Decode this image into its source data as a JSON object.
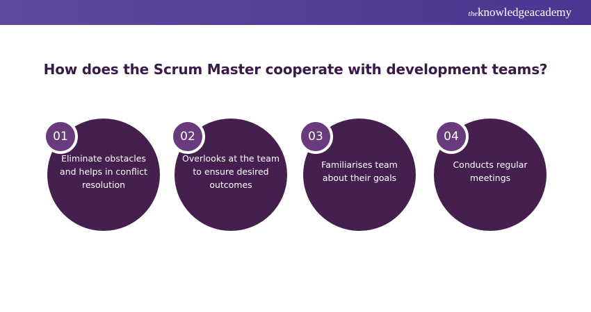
{
  "header": {
    "logo_prefix": "the",
    "logo_text": "knowledgeacademy"
  },
  "title": "How does the Scrum Master cooperate with development teams?",
  "steps": [
    {
      "number": "01",
      "text": "Eliminate obstacles and helps in conflict resolution"
    },
    {
      "number": "02",
      "text": "Overlooks at the team to ensure desired outcomes"
    },
    {
      "number": "03",
      "text": "Familiarises team about their goals"
    },
    {
      "number": "04",
      "text": "Conducts regular meetings"
    }
  ],
  "colors": {
    "header": "#5a46a0",
    "circle": "#45204f",
    "badge": "#6a3b7c",
    "title": "#3a1a48"
  }
}
